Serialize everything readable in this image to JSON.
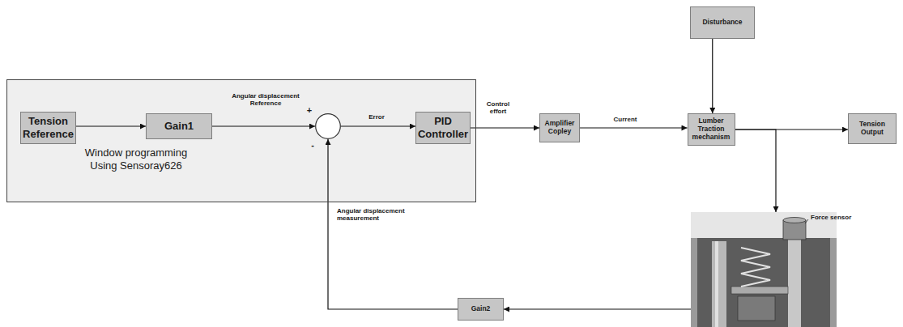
{
  "diagram": {
    "nodes": [
      {
        "text": [
          "Window programming Using Sensoray626"
        ]
      },
      {
        "text": [
          "Tension Reference"
        ],
        "in": 0
      },
      {
        "text": [
          "Gain1"
        ],
        "in": 0
      },
      {
        "text": [
          "+",
          "-"
        ],
        "in": 0
      },
      {
        "text": [
          "PID Controller"
        ],
        "in": 0
      },
      {
        "text": [
          "Amplifier Copley"
        ]
      },
      {
        "text": [
          "Disturbance"
        ]
      },
      {
        "text": [
          "Lumber Traction mechanism"
        ]
      },
      {
        "text": [
          "Tension Output"
        ]
      },
      {
        "text": [
          "Force sensor"
        ]
      },
      {
        "text": [
          "Gain2"
        ]
      }
    ],
    "edges": [
      {
        "from": 1,
        "to": 2,
        "arrow": "to"
      },
      {
        "from": 2,
        "to": 3,
        "label": "Angular displacement Reference",
        "arrow": "to"
      },
      {
        "from": 3,
        "to": 4,
        "label": "Error",
        "arrow": "to"
      },
      {
        "from": 4,
        "to": 5,
        "label": "Control effort",
        "arrow": "to"
      },
      {
        "from": 5,
        "to": 7,
        "label": "Current",
        "arrow": "to"
      },
      {
        "from": 6,
        "to": 7,
        "arrow": "to"
      },
      {
        "from": 7,
        "to": 8,
        "arrow": "to"
      },
      {
        "from": 7,
        "to": 9,
        "arrow": "to"
      },
      {
        "from": 9,
        "to": 10,
        "arrow": "to"
      },
      {
        "from": 10,
        "to": 3,
        "label": "Angular displacement measurement",
        "arrow": "to"
      }
    ]
  }
}
